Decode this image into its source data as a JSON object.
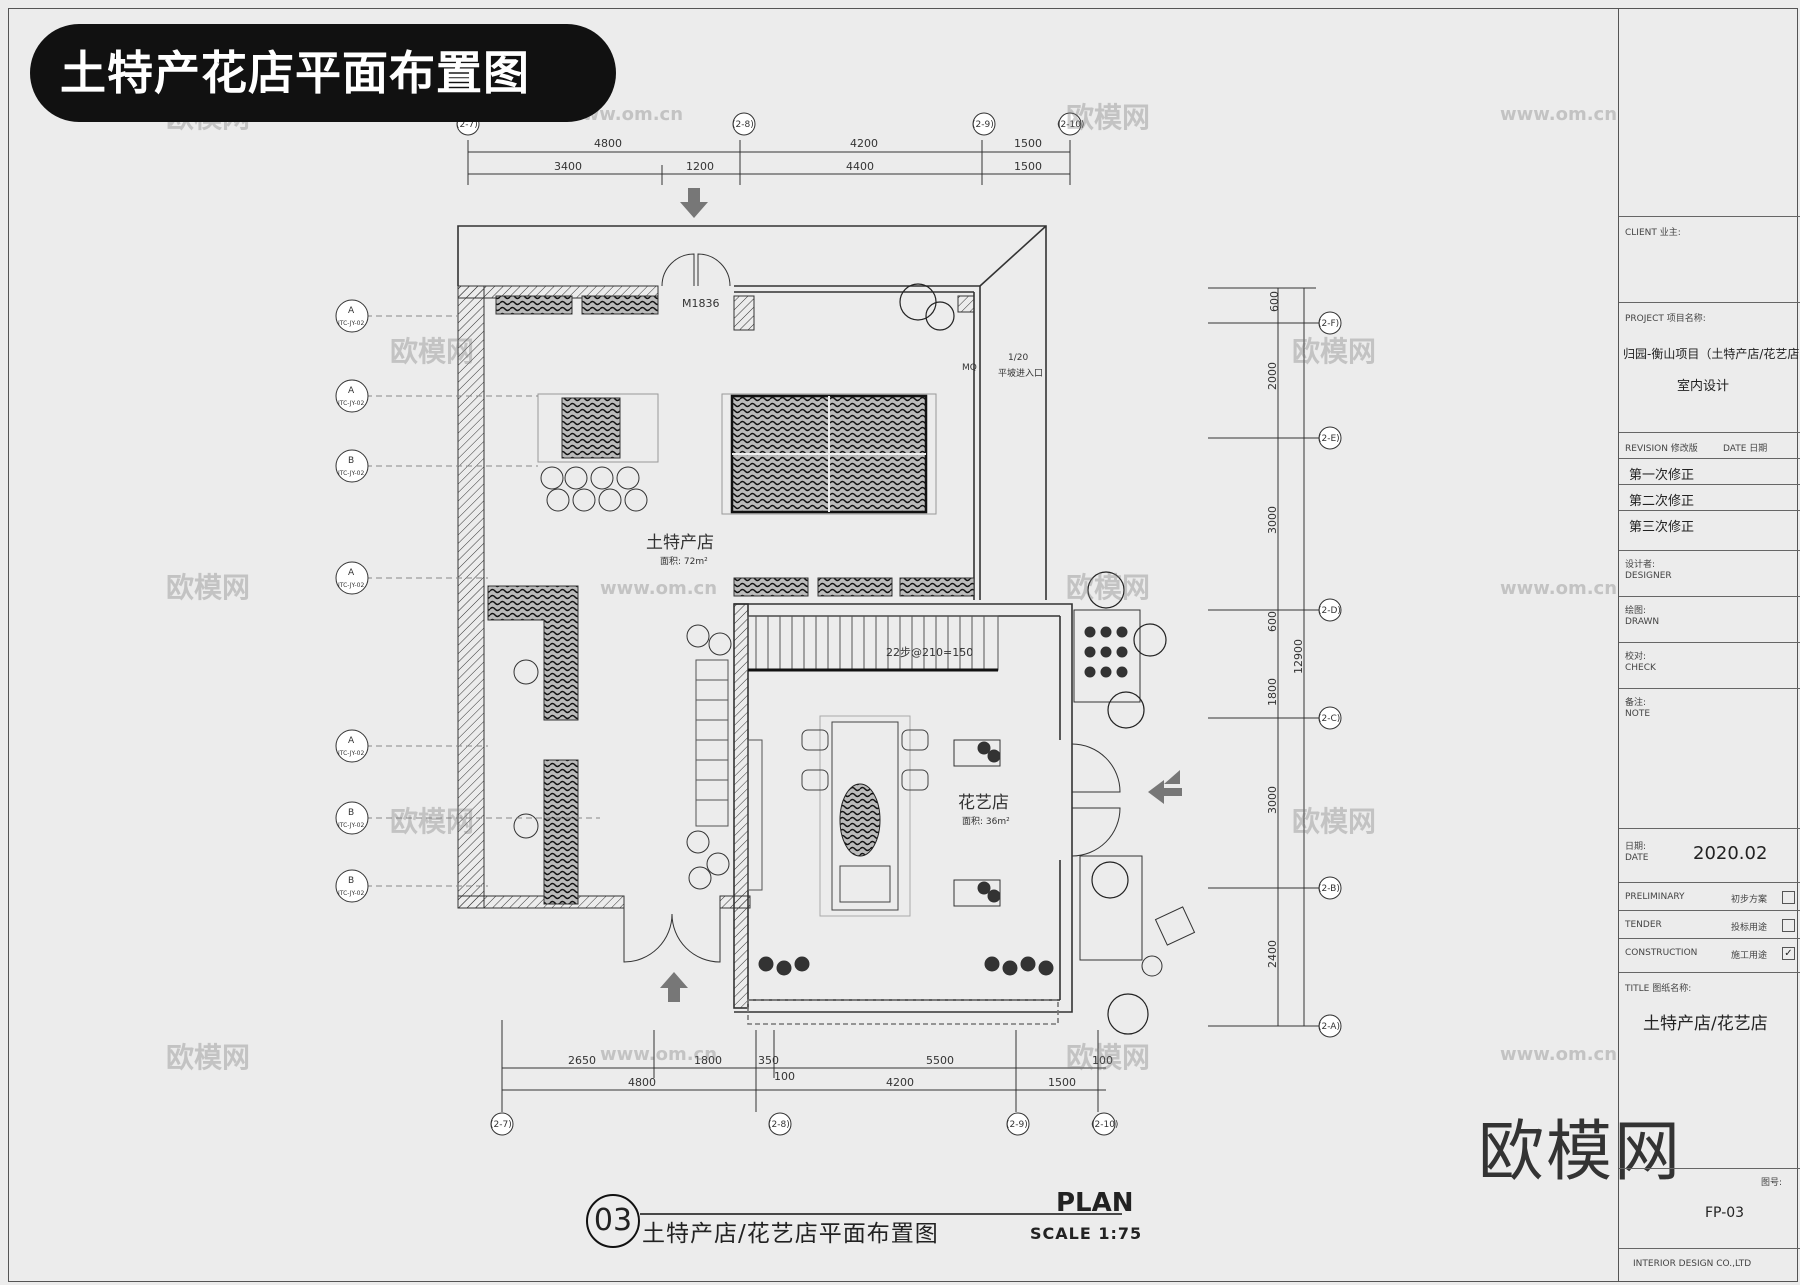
{
  "banner_title": "土特产花店平面布置图",
  "plan": {
    "door_top": "M1836",
    "room_left_name": "土特产店",
    "room_left_area": "面积: 72m²",
    "room_right_name": "花艺店",
    "room_right_area": "面积: 36m²",
    "stair_note": "22步@210=150",
    "ramp_note": "1/20",
    "ramp_sub": "平坡进入口",
    "mo_label": "MQ"
  },
  "dims_top": {
    "row1": [
      "4800",
      "4200",
      "1500"
    ],
    "row2": [
      "3400",
      "1200",
      "4400",
      "1500"
    ]
  },
  "dims_bottom": {
    "row1": [
      "2650",
      "1800",
      "350",
      "5500",
      "100"
    ],
    "row2": [
      "4800",
      "100",
      "4200",
      "1500"
    ]
  },
  "dims_right": [
    "600",
    "2000",
    "3000",
    "600",
    "1800",
    "3000",
    "2400"
  ],
  "dims_right_total": "12900",
  "grid_top": [
    "(2-7)",
    "(2-8)",
    "(2-9)",
    "(2-10)"
  ],
  "grid_bottom": [
    "(2-7)",
    "(2-8)",
    "(2-9)",
    "(2-10)"
  ],
  "grid_right": [
    "(2-F)",
    "(2-E)",
    "(2-D)",
    "(2-C)",
    "(2-B)",
    "(2-A)"
  ],
  "section_marks": [
    {
      "letter": "A",
      "ref": "ITC-JY-02"
    },
    {
      "letter": "A",
      "ref": "ITC-JY-02"
    },
    {
      "letter": "B",
      "ref": "ITC-JY-02"
    },
    {
      "letter": "A",
      "ref": "ITC-JY-02"
    },
    {
      "letter": "A",
      "ref": "ITC-JY-02"
    },
    {
      "letter": "B",
      "ref": "ITC-JY-02"
    },
    {
      "letter": "B",
      "ref": "ITC-JY-02"
    }
  ],
  "footer": {
    "number": "03",
    "title": "土特产店/花艺店平面布置图",
    "plan": "PLAN",
    "scale": "SCALE 1:75"
  },
  "title_block": {
    "client": "CLIENT  业主:",
    "project_label": "PROJECT  项目名称:",
    "project_name": "归园-衡山项目（土特产店/花艺店）",
    "project_sub": "室内设计",
    "revision_head": [
      "REVISION  修改版",
      "DATE  日期"
    ],
    "revisions": [
      "第一次修正",
      "第二次修正",
      "第三次修正"
    ],
    "designer": "设计者:",
    "designer_en": "DESIGNER",
    "drawn": "绘图:",
    "drawn_en": "DRAWN",
    "check": "校对:",
    "check_en": "CHECK",
    "note": "备注:",
    "note_en": "NOTE",
    "date_label": "日期:",
    "date_en": "DATE",
    "date": "2020.02",
    "preliminary": "PRELIMINARY",
    "preliminary_cn": "初步方案",
    "tender": "TENDER",
    "tender_cn": "投标用途",
    "construction": "CONSTRUCTION",
    "construction_cn": "施工用途",
    "title_label": "TITLE  图纸名称:",
    "title_value": "土特产店/花艺店",
    "sheet_label": "图号:",
    "sheet_no": "FP-03",
    "company": "INTERIOR DESIGN CO.,LTD"
  },
  "watermark": "欧模网",
  "watermark_url": "www.om.cn"
}
